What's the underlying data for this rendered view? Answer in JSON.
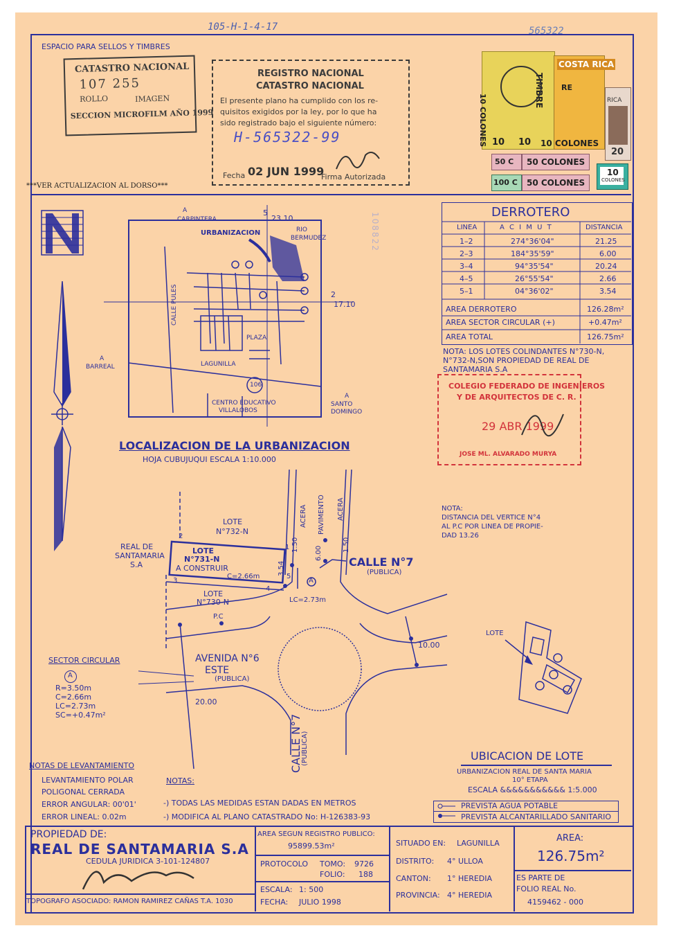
{
  "header": {
    "ref_code": "105-H-1-4-17",
    "plan_number": "565322",
    "stamp_space_label": "ESPACIO PARA SELLOS Y TIMBRES",
    "update_note": "***VER ACTUALIZACION AL DORSO***"
  },
  "catastro_stamp": {
    "title": "CATASTRO NACIONAL",
    "number": "107 255",
    "rollo": "ROLLO",
    "imagen": "IMAGEN",
    "section": "SECCION MICROFILM AÑO 1999"
  },
  "registro_stamp": {
    "title1": "REGISTRO NACIONAL",
    "title2": "CATASTRO NACIONAL",
    "text1": "El presente plano ha cumplido con los re-",
    "text2": "quisitos exigidos por la ley, por lo que ha",
    "text3": "sido registrado bajo el siguiente número:",
    "number": "H-565322-99",
    "fecha_label": "Fecha",
    "fecha": "02 JUN 1999",
    "firma_label": "Firma Autorizada"
  },
  "timbres": {
    "t1": "10 COLONES",
    "t2": "TIMBRE",
    "t3": "COSTA RICA",
    "t4": "10 COLONES",
    "t5": "50 COLONES",
    "t6": "50 COLONES",
    "t7": "100 C",
    "t8": "50 C",
    "t9": "10",
    "t10": "COLONES",
    "t11": "20",
    "t12": "RICA",
    "t13": "RE",
    "t14": "10",
    "t15": "10"
  },
  "derrotero": {
    "title": "DERROTERO",
    "headers": [
      "LINEA",
      "A C I M U T",
      "DISTANCIA"
    ],
    "rows": [
      [
        "1–2",
        "274°36'04\"",
        "21.25"
      ],
      [
        "2–3",
        "184°35'59\"",
        "6.00"
      ],
      [
        "3–4",
        "94°35'54\"",
        "20.24"
      ],
      [
        "4–5",
        "26°55'54\"",
        "2.66"
      ],
      [
        "5–1",
        "04°36'02\"",
        "3.54"
      ]
    ],
    "area_derrotero_label": "AREA DERROTERO",
    "area_derrotero": "126.28m²",
    "area_sector_label": "AREA SECTOR CIRCULAR (+)",
    "area_sector": "+0.47m²",
    "area_total_label": "AREA TOTAL",
    "area_total": "126.75m²",
    "nota1": "NOTA: LOS LOTES COLINDANTES N°730-N,",
    "nota2": "N°732-N,SON PROPIEDAD DE REAL DE",
    "nota3": "SANTAMARIA S.A"
  },
  "colegio_stamp": {
    "line1": "COLEGIO FEDERADO DE INGENIEROS",
    "line2": "Y DE ARQUITECTOS DE C. R.",
    "date": "29 ABR 1999",
    "name": "JOSE ML. ALVARADO MURYA"
  },
  "localizacion": {
    "title": "LOCALIZACION DE LA URBANIZACION",
    "subtitle": "HOJA CUBUJUQUI    ESCALA 1:10.000",
    "carpintera_a": "A",
    "carpintera": "CARPINTERA",
    "urbanizacion": "URBANIZACION",
    "rio": "RIO",
    "bermudez": "BERMUDEZ",
    "coord_5": "5",
    "coord_2310": "23.10",
    "coord_2": "2",
    "coord_1710": "17.10",
    "calle_pules": "CALLE PULES",
    "plaza": "PLAZA",
    "lagunilla": "LAGUNILLA",
    "barreal_a": "A",
    "barreal": "BARREAL",
    "route": "106",
    "centro1": "CENTRO EDUCATIVO",
    "centro2": "VILLALOBOS",
    "santo_a": "A",
    "santo1": "SANTO",
    "santo2": "DOMINGO"
  },
  "side_stamp": "108822",
  "plan": {
    "lote732_1": "LOTE",
    "lote732_2": "N°732-N",
    "real1": "REAL DE",
    "real2": "SANTAMARIA",
    "real3": "S.A",
    "lote731_1": "LOTE",
    "lote731_2": "N°731-N",
    "lote731_3": "A CONSTRUIR",
    "lote730_1": "LOTE",
    "lote730_2": "N°730-N",
    "v1": "1",
    "v2": "2",
    "v3": "3",
    "v4": "4",
    "v5": "5",
    "c_label": "C=2.66m",
    "lc_label": "LC=2.73m",
    "d354": "3.54",
    "d150a": "1.50",
    "d150b": "1.50",
    "d600": "6.00",
    "acera1": "ACERA",
    "acera2": "ACERA",
    "pavimento": "PAVIMENTO",
    "calle7": "CALLE N°7",
    "publica1": "(PUBLICA)",
    "pc": "P.C",
    "avenida1": "AVENIDA N°6",
    "avenida2": "ESTE",
    "publica2": "(PUBLICA)",
    "d2000": "20.00",
    "d1000": "10.00",
    "calle7b": "CALLE N°7",
    "publica3": "(PUBLICA)",
    "marker_a": "A",
    "lote_small": "LOTE"
  },
  "notas_text": {
    "line1": "NOTA:",
    "line2": "DISTANCIA DEL VERTICE N°4",
    "line3": "AL P.C POR LINEA DE PROPIE-",
    "line4": "DAD 13.26"
  },
  "sector_circular": {
    "title": "SECTOR CIRCULAR",
    "marker": "A",
    "r": "R=3.50m",
    "c": "C=2.66m",
    "lc": "LC=2.73m",
    "sc": "SC=+0.47m²"
  },
  "ubicacion": {
    "title": "UBICACION DE LOTE",
    "line1": "URBANIZACION REAL DE SANTA MARIA",
    "line2": "10° ETAPA",
    "line3": "ESCALA &&&&&&&&&&&  1:5.000",
    "leg1": "PREVISTA AGUA POTABLE",
    "leg2": "PREVISTA ALCANTARILLADO SANITARIO"
  },
  "levantamiento": {
    "title": "NOTAS DE LEVANTAMIENTO",
    "l1": "LEVANTAMIENTO POLAR",
    "l2": "POLIGONAL CERRADA",
    "l3": "ERROR ANGULAR: 00'01'",
    "l4": "ERROR LINEAL: 0.02m",
    "notas_title": "NOTAS:",
    "n1": "-) TODAS LAS MEDIDAS ESTAN DADAS EN METROS",
    "n2": "-) MODIFICA AL PLANO CATASTRADO No: H-126383-93"
  },
  "title_block": {
    "prop_label": "PROPIEDAD DE:",
    "owner": "REAL DE SANTAMARIA S.A",
    "cedula": "CEDULA JURIDICA   3-101-124807",
    "topografo": "TOPOGRAFO ASOCIADO: RAMON RAMIREZ CAÑAS T.A. 1030",
    "area_reg_label": "AREA SEGUN REGISTRO PUBLICO:",
    "area_reg": "95899.53m²",
    "protocolo": "PROTOCOLO",
    "tomo_label": "TOMO:",
    "tomo": "9726",
    "folio_label": "FOLIO:",
    "folio": "188",
    "escala_label": "ESCALA:",
    "escala": "1: 500",
    "fecha_label": "FECHA:",
    "fecha": "JULIO 1998",
    "situado_label": "SITUADO EN:",
    "situado": "LAGUNILLA",
    "distrito_label": "DISTRITO:",
    "distrito": "4° ULLOA",
    "canton_label": "CANTON:",
    "canton": "1° HEREDIA",
    "provincia_label": "PROVINCIA:",
    "provincia": "4° HEREDIA",
    "area_label": "AREA:",
    "area": "126.75m²",
    "parte1": "ES PARTE DE",
    "parte2": "FOLIO REAL No.",
    "parte3": "4159462 - 000"
  }
}
